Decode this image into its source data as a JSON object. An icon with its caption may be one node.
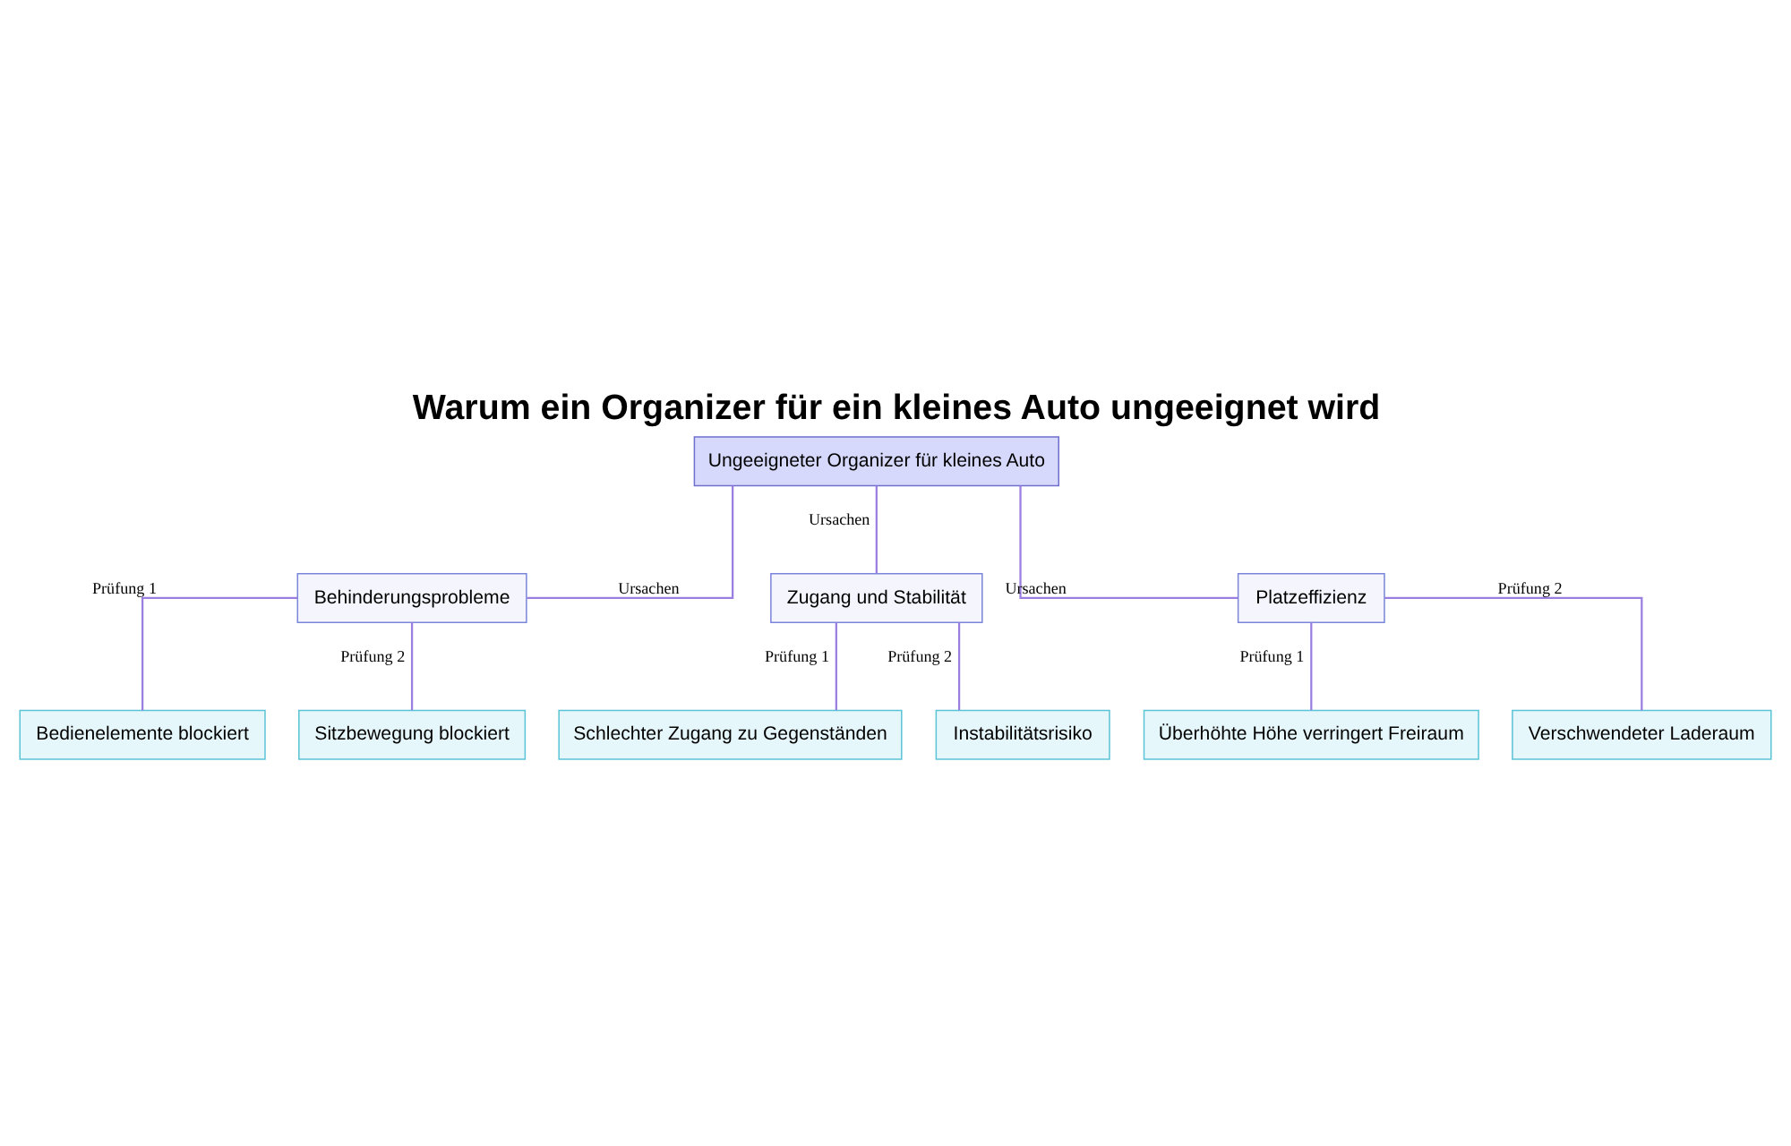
{
  "diagram": {
    "title": "Warum ein Organizer für ein kleines Auto ungeeignet wird",
    "nodes": [
      {
        "text": [
          "Ungeeigneter Organizer für kleines Auto"
        ]
      },
      {
        "text": [
          "Behinderungsprobleme"
        ]
      },
      {
        "text": [
          "Zugang und Stabilität"
        ]
      },
      {
        "text": [
          "Platzeffizienz"
        ]
      },
      {
        "text": [
          "Bedienelemente blockiert"
        ]
      },
      {
        "text": [
          "Sitzbewegung blockiert"
        ]
      },
      {
        "text": [
          "Schlechter Zugang zu Gegenständen"
        ]
      },
      {
        "text": [
          "Instabilitätsrisiko"
        ]
      },
      {
        "text": [
          "Überhöhte Höhe verringert Freiraum"
        ]
      },
      {
        "text": [
          "Verschwendeter Laderaum"
        ]
      }
    ],
    "edges": [
      {
        "from": 0,
        "to": 1,
        "arrow": "none",
        "label": "Ursachen"
      },
      {
        "from": 0,
        "to": 2,
        "arrow": "none",
        "label": "Ursachen"
      },
      {
        "from": 0,
        "to": 3,
        "arrow": "none",
        "label": "Ursachen"
      },
      {
        "from": 1,
        "to": 4,
        "arrow": "none",
        "label": "Prüfung 1"
      },
      {
        "from": 1,
        "to": 5,
        "arrow": "none",
        "label": "Prüfung 2"
      },
      {
        "from": 2,
        "to": 6,
        "arrow": "none",
        "label": "Prüfung 1"
      },
      {
        "from": 2,
        "to": 7,
        "arrow": "none",
        "label": "Prüfung 2"
      },
      {
        "from": 3,
        "to": 8,
        "arrow": "none",
        "label": "Prüfung 1"
      },
      {
        "from": 3,
        "to": 9,
        "arrow": "none",
        "label": "Prüfung 2"
      }
    ]
  }
}
